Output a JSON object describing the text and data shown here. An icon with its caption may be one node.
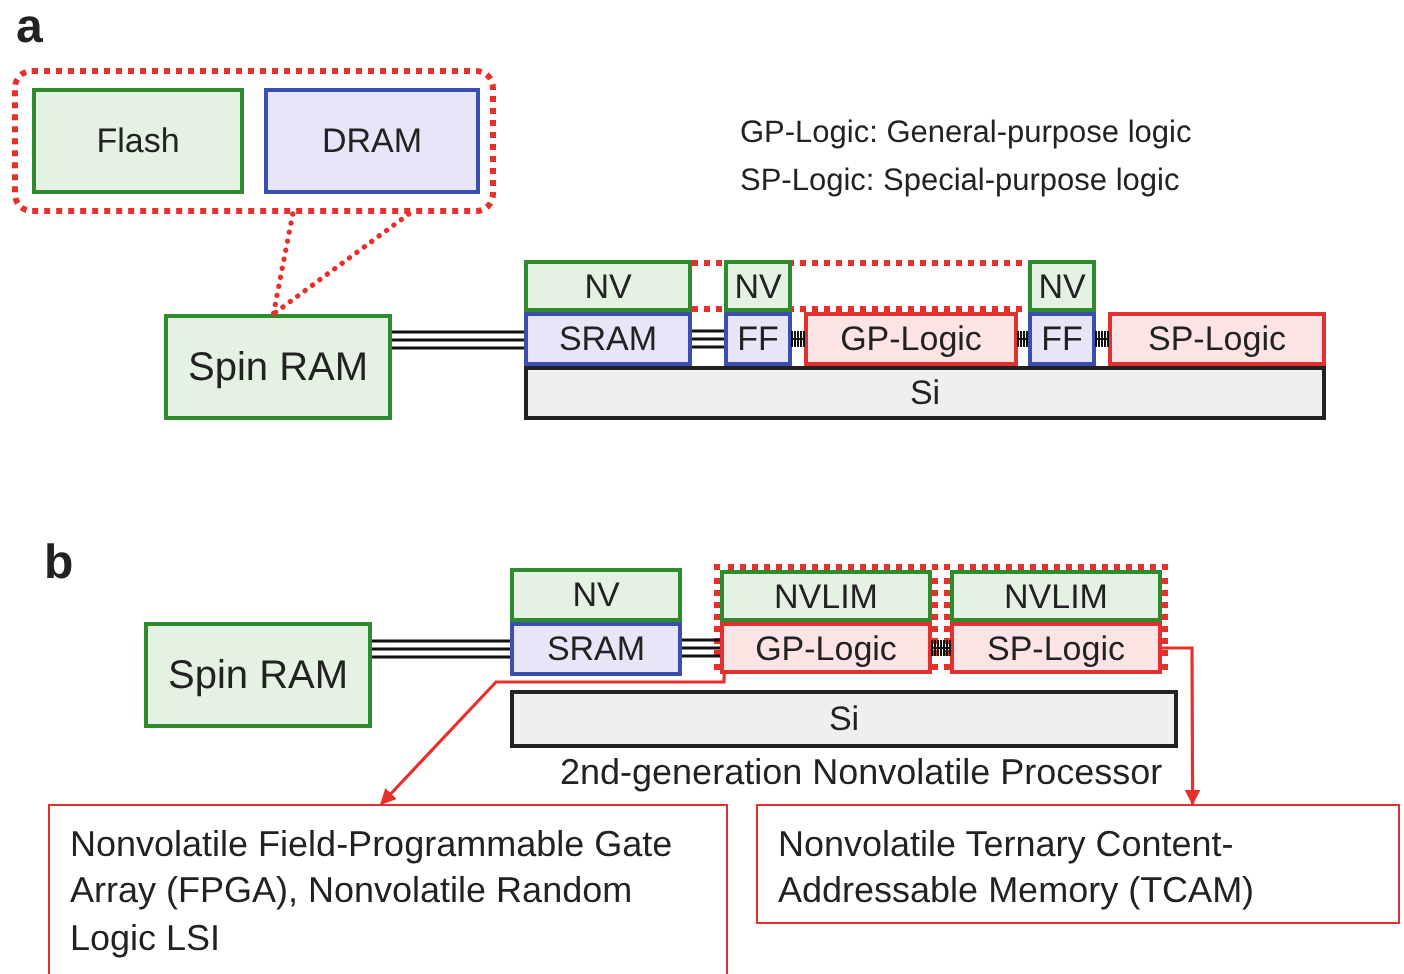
{
  "diagram": {
    "nodes": [
      {
        "text": [],
        "shape": "box"
      },
      {
        "text": [
          "Flash"
        ],
        "in": 0
      },
      {
        "text": [
          "DRAM"
        ],
        "in": 0
      },
      {
        "text": [
          "Spin RAM"
        ]
      },
      {
        "text": [],
        "shape": "box"
      },
      {
        "text": [
          "NV"
        ],
        "in": 4
      },
      {
        "text": [
          "NV"
        ],
        "in": 4
      },
      {
        "text": [
          "NV"
        ],
        "in": 4
      },
      {
        "text": [
          "SRAM"
        ]
      },
      {
        "text": [
          "FF"
        ]
      },
      {
        "text": [
          "GP-Logic"
        ]
      },
      {
        "text": [
          "FF"
        ]
      },
      {
        "text": [
          "SP-Logic"
        ]
      },
      {
        "text": [
          "Si"
        ]
      },
      {
        "text": [
          "Spin RAM"
        ]
      },
      {
        "text": [
          "NV"
        ]
      },
      {
        "text": [
          "SRAM"
        ]
      },
      {
        "text": [],
        "shape": "box"
      },
      {
        "text": [
          "NVLIM"
        ],
        "in": 17
      },
      {
        "text": [
          "GP-Logic"
        ],
        "in": 17
      },
      {
        "text": [],
        "shape": "box"
      },
      {
        "text": [
          "NVLIM"
        ],
        "in": 20
      },
      {
        "text": [
          "SP-Logic"
        ],
        "in": 20
      },
      {
        "text": [
          "Si"
        ],
        "beside": [
          "2nd-generation Nonvolatile Processor"
        ]
      },
      {
        "text": [
          "Nonvolatile Field-Programmable Gate Array (FPGA), Nonvolatile Random Logic LSI"
        ]
      },
      {
        "text": [
          "Nonvolatile Ternary Content-Addressable Memory (TCAM)"
        ]
      }
    ],
    "edges": [
      {
        "from": 0,
        "to": 3,
        "arrow": "none",
        "style": "dashed",
        "color": "#e8302a"
      },
      {
        "from": 3,
        "to": 8,
        "arrow": "none"
      },
      {
        "from": 8,
        "to": 9,
        "arrow": "none"
      },
      {
        "from": 9,
        "to": 10,
        "arrow": "none"
      },
      {
        "from": 10,
        "to": 11,
        "arrow": "none"
      },
      {
        "from": 11,
        "to": 12,
        "arrow": "none"
      },
      {
        "from": 14,
        "to": 16,
        "arrow": "none"
      },
      {
        "from": 16,
        "to": 19,
        "arrow": "none"
      },
      {
        "from": 19,
        "to": 22,
        "arrow": "none"
      },
      {
        "from": 19,
        "to": 24,
        "arrow": "to",
        "color": "#e8302a"
      },
      {
        "from": 22,
        "to": 25,
        "arrow": "to",
        "color": "#e8302a"
      }
    ],
    "labels": [
      "a",
      "GP-Logic: General-purpose logic",
      "SP-Logic: Special-purpose logic",
      "b"
    ]
  }
}
